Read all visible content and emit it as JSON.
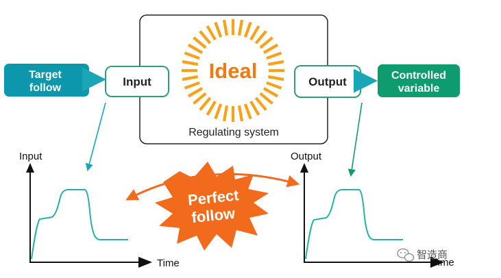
{
  "colors": {
    "teal": "#1aa6b7",
    "teal_dark": "#0c8fa3",
    "green": "#0e9c6e",
    "green_box_border": "#2a9f7a",
    "orange": "#f26b1d",
    "sun_orange": "#f7a21b",
    "ideal_text": "#f07a14",
    "curve": "#22b2a8",
    "axis": "#111111",
    "box_border": "#222222"
  },
  "diagram": {
    "target_box": {
      "line1": "Target",
      "line2": "follow"
    },
    "input_box": "Input",
    "ideal_label": "Ideal",
    "regulating_system_label": "Regulating system",
    "output_box": "Output",
    "controlled_box": {
      "line1": "Controlled",
      "line2": "variable"
    },
    "perfect_follow": {
      "line1": "Perfect",
      "line2": "follow"
    }
  },
  "left_graph": {
    "y_label": "Input",
    "x_label": "Time"
  },
  "right_graph": {
    "y_label": "Output",
    "x_label": "Time"
  },
  "watermark": {
    "text": "智造商",
    "icon": "wechat-icon"
  }
}
